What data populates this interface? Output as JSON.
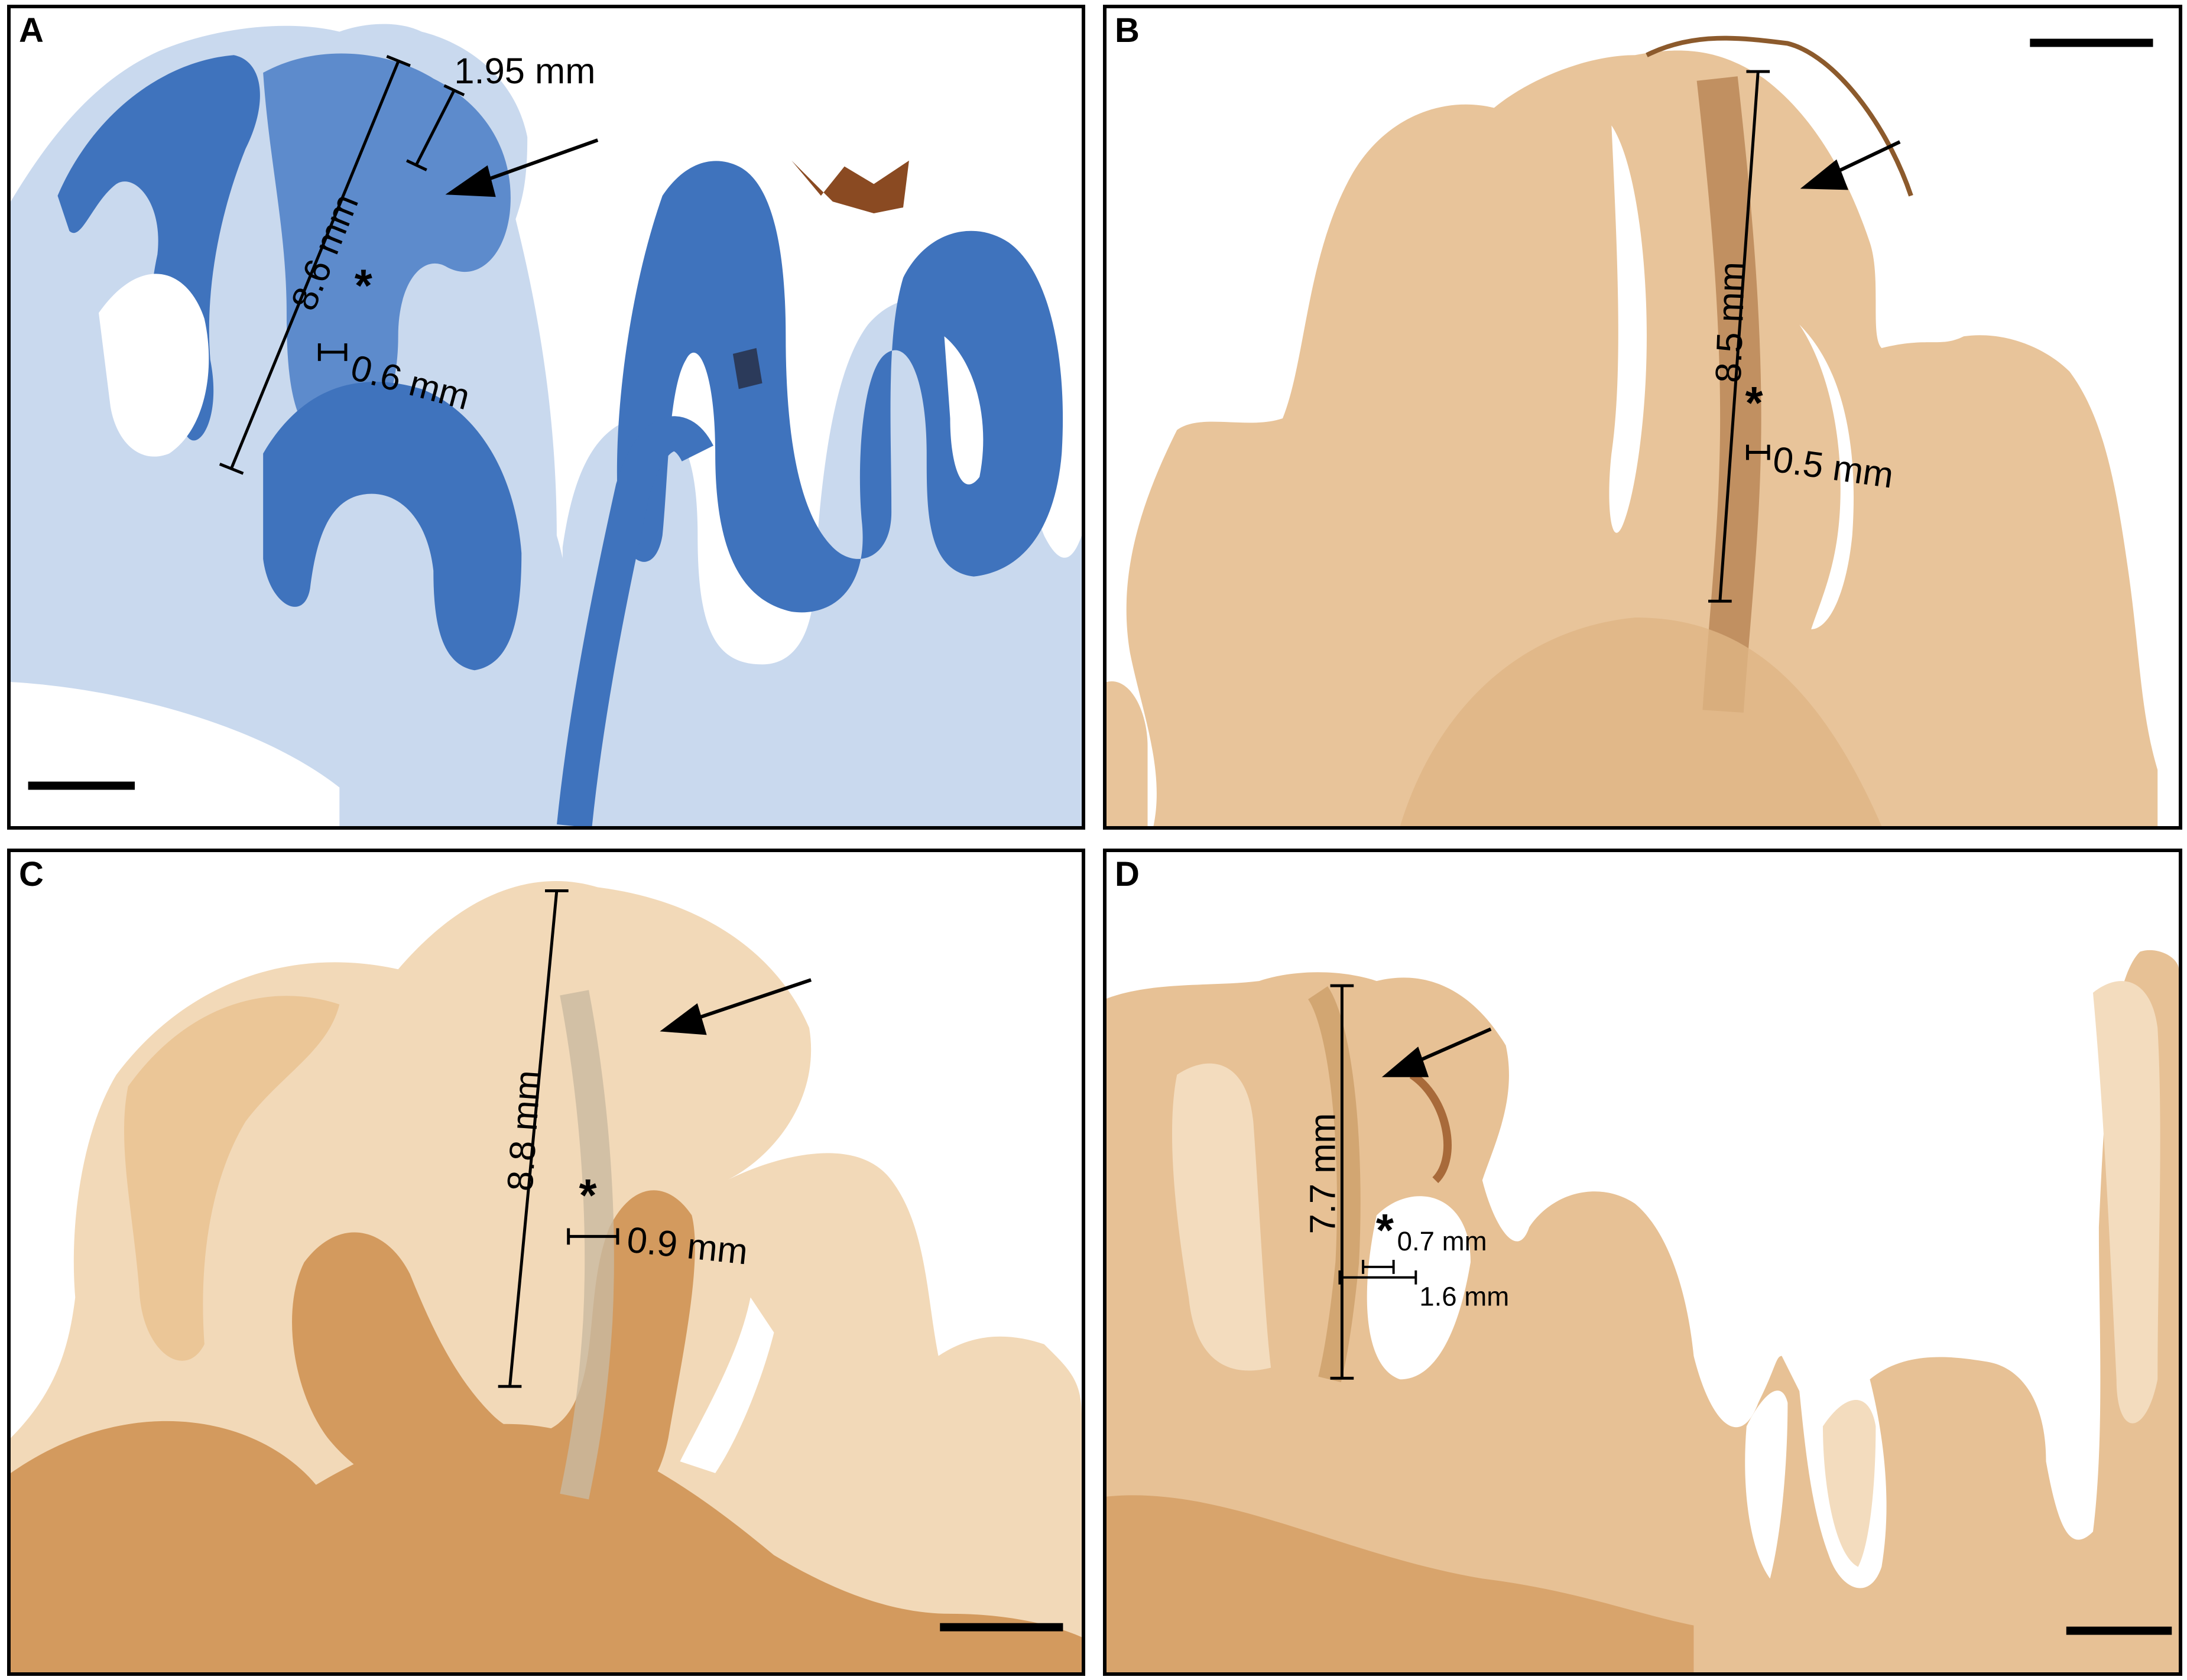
{
  "panels": [
    {
      "id": "A",
      "label": "A",
      "tissue_color": "#3f73bd",
      "background": "#ffffff",
      "measurements": [
        "8.6 mm",
        "1.95 mm",
        "0.6 mm"
      ],
      "marker": "*"
    },
    {
      "id": "B",
      "label": "B",
      "tissue_color": "#e8c49a",
      "background": "#ffffff",
      "measurements": [
        "8.5 mm",
        "0.5 mm"
      ],
      "marker": "*"
    },
    {
      "id": "C",
      "label": "C",
      "tissue_color": "#d9a26a",
      "background": "#ffffff",
      "measurements": [
        "8.8 mm",
        "0.9 mm"
      ],
      "marker": "*"
    },
    {
      "id": "D",
      "label": "D",
      "tissue_color": "#d8a46c",
      "background": "#ffffff",
      "measurements": [
        "7.7 mm",
        "0.7 mm",
        "1.6 mm"
      ],
      "marker": "*"
    }
  ]
}
